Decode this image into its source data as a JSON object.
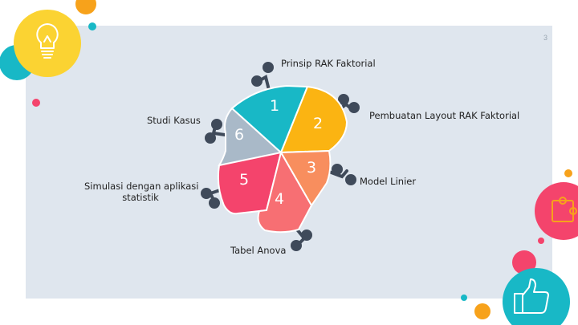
{
  "slide": {
    "page_number": "3",
    "title": "Prinsip RAK Faktorial"
  },
  "pieces": [
    {
      "number": "1",
      "label": "Prinsip RAK Faktorial",
      "color": "#18b8c6"
    },
    {
      "number": "2",
      "label": "Pembuatan Layout RAK Faktorial",
      "color": "#fbb412"
    },
    {
      "number": "3",
      "label": "Model Linier",
      "color": "#f88e5e"
    },
    {
      "number": "4",
      "label": "Tabel Anova",
      "color": "#f76f73"
    },
    {
      "number": "5",
      "label": "Simulasi dengan aplikasi statistik",
      "color": "#f4446c"
    },
    {
      "number": "6",
      "label": "Studi Kasus",
      "color": "#a9b9c8"
    }
  ],
  "label_lines": {
    "simulasi_line1": "Simulasi dengan aplikasi",
    "simulasi_line2": "statistik"
  },
  "icons": {
    "top_left": "lightbulb-icon",
    "right_middle": "puzzle-icon",
    "bottom_right": "thumbs-up-icon"
  },
  "colors": {
    "panel": "#dfe6ee",
    "dark_connector": "#3f4a5a",
    "yellow": "#fbd332",
    "teal": "#18b8c6",
    "red": "#f4446c",
    "orange": "#f7a21b"
  }
}
